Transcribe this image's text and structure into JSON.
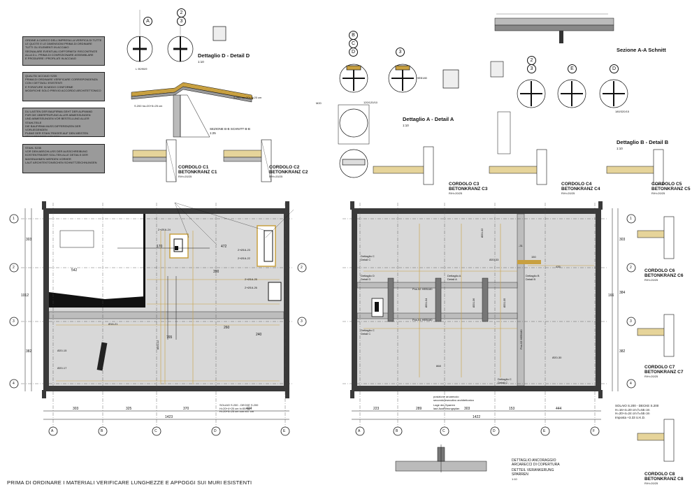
{
  "notes": [
    "ORDINE A CARICO DELL'IMPRESA LA VERIFICA DI TUTTE\nLE QUOTE E LE DIMENSIONI PRIMA DI ORDINARE\nTUTTI GLI ELEMENTI IN ACCIAIO\nSEGNALARE EVENTUALI DIFFORMITA' RISCONTRATE\nALLA D.L. PRIMA DI CONFEZIONARE ASSEMBLARE\nE PRODURRE I PROFILATI IN ACCIAIO",
    "QUALITA' ACCIAIO S235\nPRIMA DI ORDINARE VERIFICARE CORRISPONDENZA\nCON I DETTAGLI ESISTENTI\nE FORATURE IN MODO CONFORME\nMODIFICHE SOLO PREVIO ACCORDO ARCHITETTONICO",
    "DU LASTEN DER BAUFIRMA GEHT DER AUFWAND\nFÜR DIE ÜBERPRÜFUNG ALLER ABMESSUNGEN\nUND ABMESSUNGEN VOR BESTELLUNG ALLER STAHLTEILE\nDIE BAUFIRMA MUSS DIFFERENZEN DER VORLIEGENDEN\nPLÄNE DER STAHLTRÄGER AUF DEN MEISTEN\nSTAHLTRÄGERN MELDEN",
    "STAHL S235\nVOR DEM ABSCHLUSS DER AUSSCHREIBUNG\nKOSTENTRÄGER SOLLTEN ALLE DETAILS DER\nMASSNAHMEN WERDEN VORHER\nLAUT ARCHITEKTONISCHEN SCHNITTZEICHNUNGEN"
  ],
  "details": {
    "detail_d": {
      "title": "Dettaglio D - Detail D",
      "scale": "1:10",
      "bubbles": [
        "A",
        "2",
        "3"
      ]
    },
    "detail_a": {
      "title": "Dettaglio A - Detail A",
      "scale": "1:10",
      "bubbles": [
        "B",
        "C",
        "D",
        "3"
      ]
    },
    "detail_b": {
      "title": "Dettaglio B - Detail B",
      "scale": "1:10"
    },
    "section_aa": {
      "title": "Sezione A-A Schnitt",
      "bubbles": [
        "2",
        "3",
        "E",
        "D"
      ]
    },
    "section_bb": {
      "title": "SEZIONE B-B SCHNITT B-B",
      "scale": "1:25"
    },
    "labels": [
      "L 90/90/9",
      "HEB180",
      "M20",
      "180/320/15",
      "120/120/10",
      "S.200 hs=20+5=25 cm",
      "S.200 hs=20+4=20 cm"
    ]
  },
  "cordoli": [
    {
      "name": "CORDOLO C1",
      "sub": "BETONKRANZ C1",
      "scale": "R/H=20/25"
    },
    {
      "name": "CORDOLO C2",
      "sub": "BETONKRANZ C2",
      "scale": "R/H=20/25"
    },
    {
      "name": "CORDOLO C3",
      "sub": "BETONKRANZ C3",
      "scale": "R/H=20/25"
    },
    {
      "name": "CORDOLO C4",
      "sub": "BETONKRANZ C4",
      "scale": "R/H=20/25"
    },
    {
      "name": "CORDOLO C5",
      "sub": "BETONKRANZ C5",
      "scale": "R/H=20/25"
    },
    {
      "name": "CORDOLO C6",
      "sub": "BETONKRANZ C6",
      "scale": "R/H=20/25"
    },
    {
      "name": "CORDOLO C7",
      "sub": "BETONKRANZ C7",
      "scale": "R/H=20/25"
    },
    {
      "name": "CORDOLO C8",
      "sub": "BETONKRANZ C8",
      "scale": "R/H=20/25"
    }
  ],
  "left_plan": {
    "row_labels": [
      "1",
      "2",
      "3",
      "4"
    ],
    "col_labels": [
      "A",
      "B",
      "C",
      "D",
      "E"
    ],
    "bottom_dims": [
      "303",
      "325",
      "370",
      "424"
    ],
    "total": "1423",
    "side_dims": [
      "303",
      "542",
      "1012",
      "382"
    ],
    "inner_dims": [
      "472",
      "390",
      "170",
      "765",
      "260",
      "240"
    ],
    "solaio": "SOLAIO S.200 - DECKE S.200\nH=20+4+20 cm h=55 cm\nH=20+5=25 cm con n47 cm",
    "callouts": [
      "2+Ø16-24",
      "2+Ø16-23",
      "2+Ø16-22",
      "Ø16-21",
      "Ø20-12",
      "Ø20-17",
      "Ø20-15",
      "2+Ø16-25",
      "2+Ø16-26"
    ]
  },
  "right_plan": {
    "col_labels": [
      "A",
      "B",
      "C",
      "D",
      "E",
      "F"
    ],
    "bottom_dims": [
      "223",
      "289",
      "303",
      "153",
      "444"
    ],
    "total": "1422",
    "side_dims": [
      "303",
      "384",
      "166",
      "382"
    ],
    "beams": [
      "Pos.02 HEB180",
      "Pos.01 HEB180",
      "Pos.03 HEB180"
    ],
    "detail_tags": [
      "Dettaglio C",
      "Detail C",
      "Dettaglio D",
      "Detail D",
      "Dettaglio A",
      "Detail A",
      "Dettaglio B",
      "Detail B"
    ],
    "notes": [
      "posizione arcareccio\nsecondo esecutivo architettonico",
      "Lage der Sparren\nlaut Ausführungsplan"
    ],
    "callouts": [
      "Ø20-32",
      "Ø20-33",
      "Ø20-34",
      "Ø20-35",
      "Ø20-36",
      "Ø20-30",
      "150",
      "435",
      "868",
      "-31"
    ]
  },
  "anchor": {
    "title": "DETTAGLIO ANCORAGGIO\nARCARECCI DI COPERTURA",
    "sub": "DETTEIL VERANKERUNG\nSPARREN",
    "scale": "1:10"
  },
  "solaio_right": "SOLAIO S.200 - DECKE S.200\nH=16+4=20 cm h=55 cm\nH=20+4=24 cm h=55 cm\nImposta +3.33 U.K.D.",
  "footer": "PRIMA DI ORDINARE I MATERIALI VERIFICARE LUNGHEZZE E APPOGGI SUI MURI ESISTENTI",
  "colors": {
    "slab": "#d8d8d8",
    "wall": "#3a3a3a",
    "rebar": "#c8a040",
    "note_bg": "#9a9a9a"
  }
}
